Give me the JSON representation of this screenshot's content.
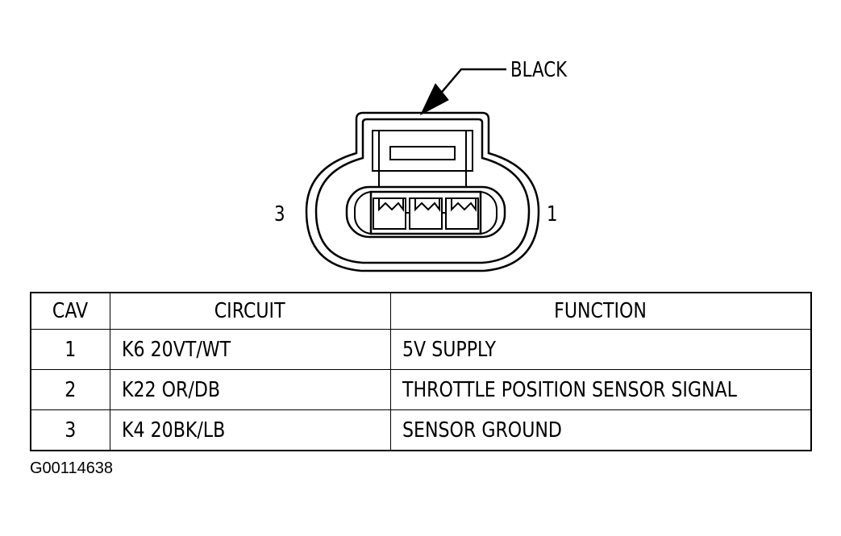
{
  "connector": {
    "color_callout": "BLACK",
    "left_cavity_label": "3",
    "right_cavity_label": "1"
  },
  "table": {
    "headers": [
      "CAV",
      "CIRCUIT",
      "FUNCTION"
    ],
    "rows": [
      {
        "cav": "1",
        "circuit": "K6 20VT/WT",
        "function": "5V SUPPLY"
      },
      {
        "cav": "2",
        "circuit": "K22 OR/DB",
        "function": "THROTTLE POSITION SENSOR SIGNAL"
      },
      {
        "cav": "3",
        "circuit": "K4 20BK/LB",
        "function": "SENSOR GROUND"
      }
    ]
  },
  "figure_id": "G00114638"
}
